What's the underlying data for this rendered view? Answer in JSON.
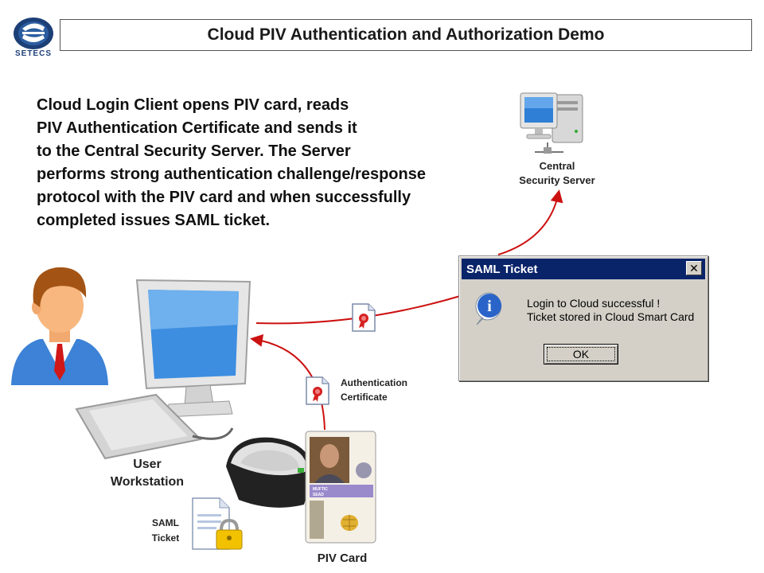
{
  "header": {
    "title": "Cloud PIV Authentication and Authorization Demo",
    "logo_text": "SETECS"
  },
  "intro": {
    "lines": [
      "Cloud Login Client opens PIV card, reads",
      "PIV Authentication Certificate and sends it",
      "to the Central Security Server. The Server",
      "performs strong authentication challenge/response",
      "protocol with the PIV card and when successfully",
      "completed issues SAML ticket."
    ]
  },
  "labels": {
    "server_line1": "Central",
    "server_line2": "Security Server",
    "auth_line1": "Authentication",
    "auth_line2": "Certificate",
    "workstation_line1": "User",
    "workstation_line2": "Workstation",
    "saml_line1": "SAML",
    "saml_line2": "Ticket",
    "piv_card": "PIV Card"
  },
  "piv_card_text": {
    "name_line1": "MUFTIC",
    "name_line2": "SEAD"
  },
  "dialog": {
    "title": "SAML Ticket",
    "close_glyph": "✕",
    "message_line1": "Login to Cloud successful !",
    "message_line2": "Ticket stored in Cloud Smart Card",
    "ok_label": "OK",
    "info_glyph": "i"
  },
  "colors": {
    "arrow": "#cc1111",
    "title_bar": "#0a246a",
    "monitor_screen": "#3d8ee0",
    "logo_blue": "#1c3f77"
  }
}
